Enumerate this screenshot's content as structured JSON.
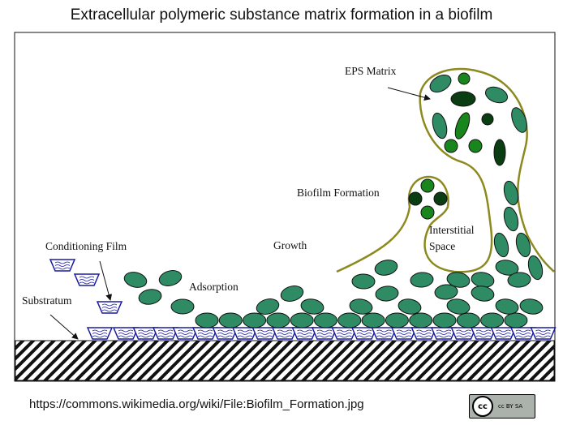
{
  "title": "Extracellular polymeric substance matrix formation in a biofilm",
  "labels": {
    "eps_matrix": "EPS Matrix",
    "biofilm_formation": "Biofilm Formation",
    "interstitial_1": "Interstitial",
    "interstitial_2": "Space",
    "growth": "Growth",
    "conditioning_film": "Conditioning Film",
    "adsorption": "Adsorption",
    "substratum": "Substratum"
  },
  "source_url": "https://commons.wikimedia.org/wiki/File:Biofilm_Formation.jpg",
  "license": {
    "icon": "cc-by-sa-badge",
    "text": "cc BY SA"
  },
  "colors": {
    "cell": "#2e8b64",
    "dark_cell": "#0b3d12",
    "bright_cell": "#18861c",
    "eps_outline": "#8c8a1e",
    "film": "#1a1aa0"
  }
}
